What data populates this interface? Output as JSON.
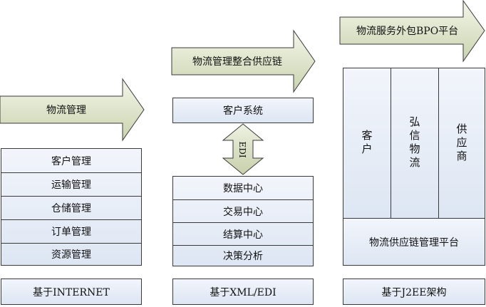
{
  "colors": {
    "arrow_fill_top": "#f4f6ea",
    "arrow_fill_bottom": "#c9d3ae",
    "box_fill_top": "#f2f5fb",
    "box_fill_bottom": "#dde6f3",
    "stroke": "#3a3a3a"
  },
  "column1": {
    "arrow_label": "物流管理",
    "modules": [
      "客户管理",
      "运输管理",
      "仓储管理",
      "订单管理",
      "资源管理"
    ],
    "base": "基于INTERNET"
  },
  "column2": {
    "arrow_label": "物流管理整合供应链",
    "top_box": "客户系统",
    "edi_label": "EDI",
    "modules": [
      "数据中心",
      "交易中心",
      "结算中心",
      "决策分析"
    ],
    "base": "基于XML/EDI"
  },
  "column3": {
    "arrow_label": "物流服务外包BPO平台",
    "columns": [
      "客户",
      "弘信物流",
      "供应商"
    ],
    "platform": "物流供应链管理平台",
    "base": "基于J2EE架构"
  }
}
